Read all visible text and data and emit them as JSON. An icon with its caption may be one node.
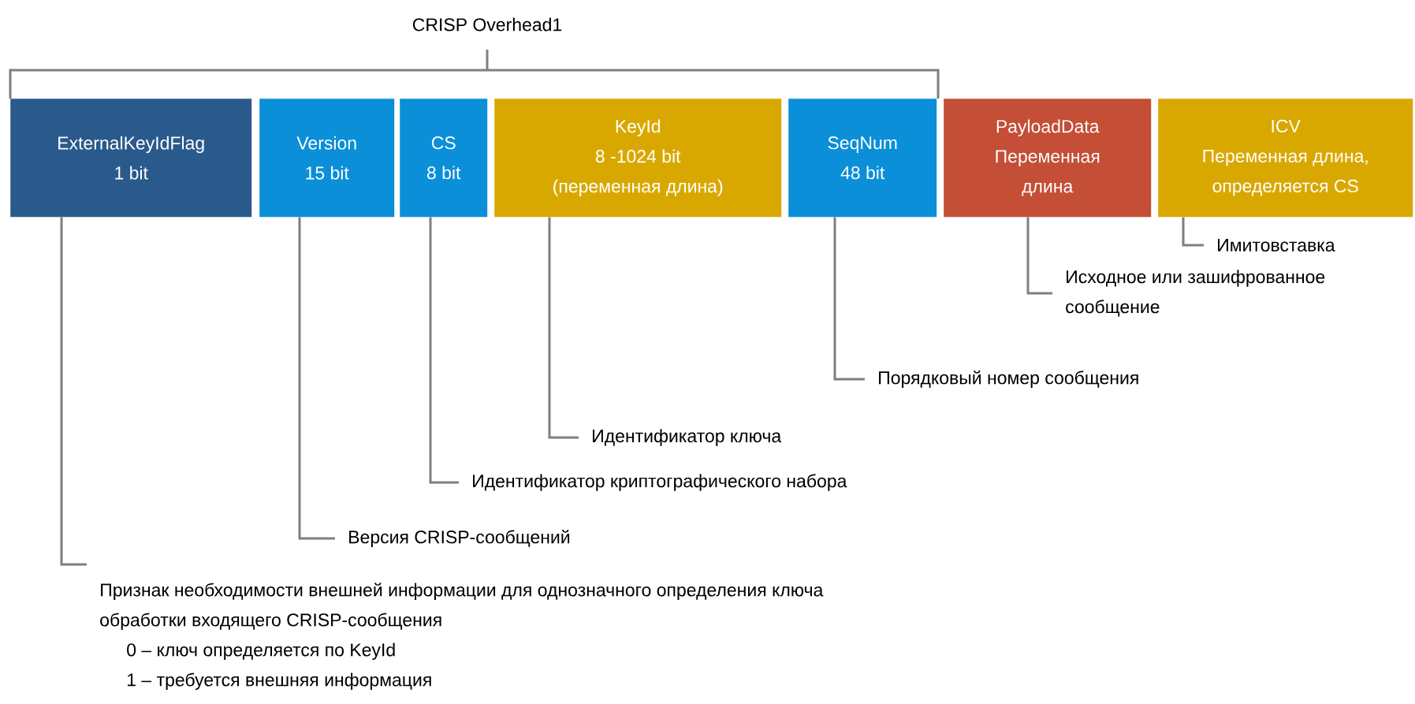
{
  "diagram": {
    "nodes": [
      {
        "text": [
          "ExternalKeyIdFlag",
          "1 bit"
        ]
      },
      {
        "text": [
          "Version",
          "15 bit"
        ]
      },
      {
        "text": [
          "CS",
          "8 bit"
        ]
      },
      {
        "text": [
          "KeyId",
          "8 -1024 bit (переменная длина)"
        ]
      },
      {
        "text": [
          "SeqNum",
          "48 bit"
        ]
      },
      {
        "text": [
          "PayloadData",
          "Переменная длина"
        ]
      },
      {
        "text": [
          "ICV",
          "Переменная длина, определяется CS"
        ]
      },
      {
        "text": [
          "Имитовставка"
        ]
      },
      {
        "text": [
          "Исходное или зашифрованное сообщение"
        ]
      },
      {
        "text": [
          "Порядковый номер сообщения"
        ]
      },
      {
        "text": [
          "Идентификатор ключа"
        ]
      },
      {
        "text": [
          "Идентификатор криптографического набора"
        ]
      },
      {
        "text": [
          "Версия CRISP-сообщений"
        ]
      },
      {
        "text": [
          "Признак необходимости внешней информации для однозначного определения ключа обработки входящего CRISP-сообщения",
          "0 – ключ определяется по KeyId",
          "1 – требуется внешняя информация"
        ]
      }
    ],
    "edges": [
      {
        "from": 7,
        "to": 6,
        "arrow": "none"
      },
      {
        "from": 8,
        "to": 5,
        "arrow": "none"
      },
      {
        "from": 9,
        "to": 4,
        "arrow": "none"
      },
      {
        "from": 10,
        "to": 3,
        "arrow": "none"
      },
      {
        "from": 11,
        "to": 2,
        "arrow": "none"
      },
      {
        "from": 12,
        "to": 1,
        "arrow": "none"
      },
      {
        "from": 13,
        "to": 0,
        "arrow": "none"
      }
    ],
    "labels": [
      "CRISP Overhead1"
    ]
  }
}
